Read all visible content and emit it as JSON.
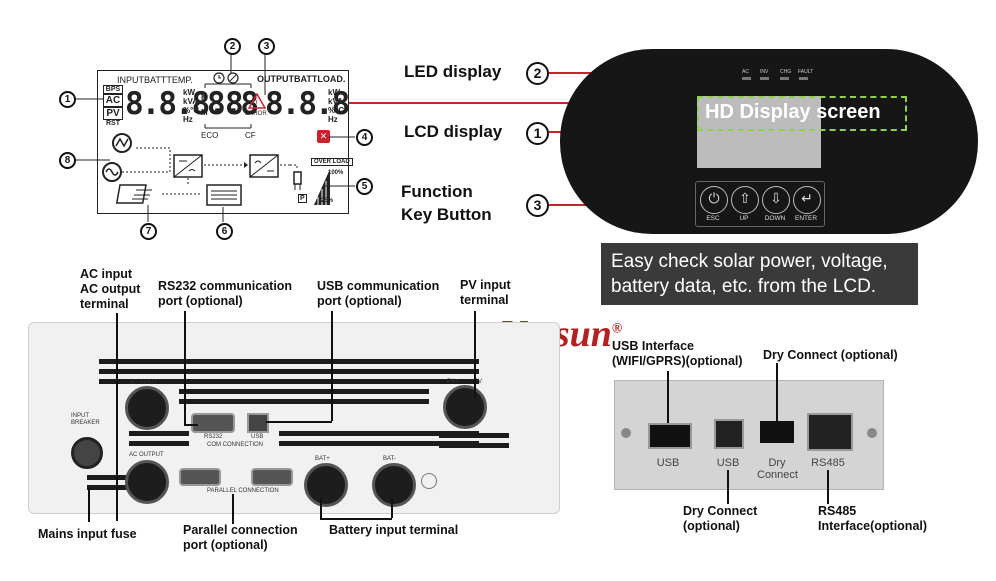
{
  "lcd_callout": {
    "top_left_label": "INPUTBATTTEMP.",
    "top_right_label": "OUTPUTBATTLOAD.",
    "left_digits": "8.8.8.8",
    "mid_digits": "8.8",
    "right_digits": "8.8.8",
    "left_units": [
      "kW",
      "kVA",
      "%°C",
      "Hz"
    ],
    "right_units": [
      "kW",
      "kVA",
      "%°C",
      "Hz"
    ],
    "mid_units": [
      "H",
      "M"
    ],
    "mode_tags": [
      "BPS",
      "AC",
      "PV",
      "RST"
    ],
    "eco_label": "ECO",
    "cf_label": "CF",
    "error_label": "ERROR",
    "overload_label": "OVER LOAD",
    "load_max": "100%",
    "load_min": "25%",
    "p_label": "P",
    "callout_numbers": [
      "1",
      "2",
      "3",
      "4",
      "5",
      "6",
      "7",
      "8"
    ]
  },
  "front_panel": {
    "labels": {
      "led_display": "LED display",
      "lcd_display": "LCD display",
      "function_key_line1": "Function",
      "function_key_line2": "Key Button"
    },
    "label_numbers": [
      "2",
      "1",
      "3"
    ],
    "leds": [
      "AC",
      "INV",
      "CHG",
      "FAULT"
    ],
    "screen_text": "HD Display screen",
    "buttons": [
      {
        "label": "ESC",
        "glyph": "⏻"
      },
      {
        "label": "UP",
        "glyph": "⇧"
      },
      {
        "label": "DOWN",
        "glyph": "⇩"
      },
      {
        "label": "ENTER",
        "glyph": "↵"
      }
    ],
    "info_box": [
      "Easy check solar power, voltage,",
      "battery data, etc. from the LCD."
    ]
  },
  "brand": {
    "name": "Vevsun",
    "mark": "®"
  },
  "bottom_panel": {
    "ac_label": [
      "AC input",
      "AC output",
      "terminal"
    ],
    "rs232_label": [
      "RS232 communication",
      "port (optional)"
    ],
    "usb_label": [
      "USB communication",
      "port (optional)"
    ],
    "pv_label": [
      "PV input",
      "terminal"
    ],
    "fuse_label": "Mains input fuse",
    "parallel_label": [
      "Parallel connection",
      "port (optional)"
    ],
    "battery_label": "Battery input terminal",
    "printed": {
      "ac_input": "AC INPUT",
      "ac_output": "AC OUTPUT",
      "input_breaker": [
        "INPUT",
        "BREAKER"
      ],
      "rs232": "RS232",
      "com_connection": "COM CONNECTION",
      "usb": "USB",
      "parallel_connection": "PARALLEL CONNECTION",
      "bat_plus": "BAT+",
      "bat_minus": "BAT-",
      "pv_plus": "PV+",
      "pv": "PV"
    }
  },
  "comm_panel": {
    "usb_interface": [
      "USB Interface",
      "(WIFI/GPRS)(optional)"
    ],
    "dry_connect_top": "Dry Connect (optional)",
    "dry_connect_bottom": [
      "Dry Connect",
      "(optional)"
    ],
    "rs485_label": [
      "RS485",
      "Interface(optional)"
    ],
    "plate_labels": [
      "USB",
      "USB",
      "Dry Connect",
      "RS485"
    ]
  },
  "colors": {
    "callout_line": "#c8232c",
    "screen_dash": "#8fd14f",
    "screen_fill": "#bcbcbc",
    "info_box": "#3b3a3a",
    "brand": "#b22222"
  }
}
